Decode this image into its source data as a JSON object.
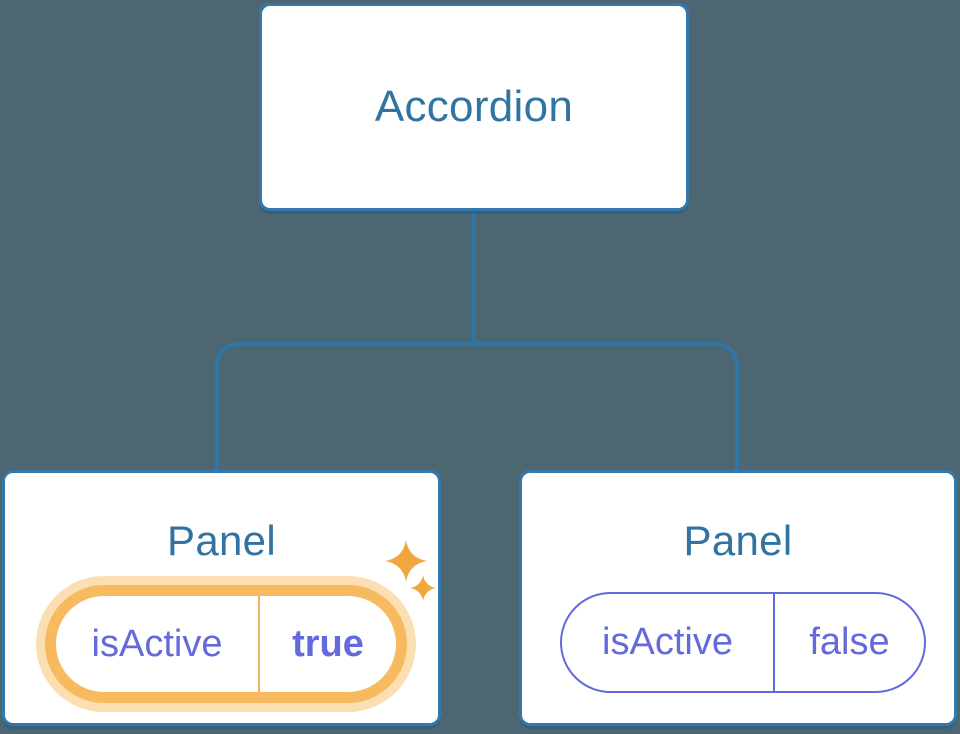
{
  "colors": {
    "bg": "#4C6771",
    "node_bg": "#FFFFFF",
    "node_border": "#3478AB",
    "connector": "#2F76A6",
    "title": "#3174A1",
    "purple": "#6469DC",
    "orange": "#F8BA5E",
    "orange_halo": "#FBDFB2",
    "orange_divider": "#F3B35C",
    "sparkle": "#F2A63E"
  },
  "tree": {
    "root": {
      "label": "Accordion"
    },
    "children": [
      {
        "label": "Panel",
        "active": true,
        "state": {
          "key": "isActive",
          "value": "true"
        },
        "icon": "sparkles-icon"
      },
      {
        "label": "Panel",
        "active": false,
        "state": {
          "key": "isActive",
          "value": "false"
        }
      }
    ]
  }
}
